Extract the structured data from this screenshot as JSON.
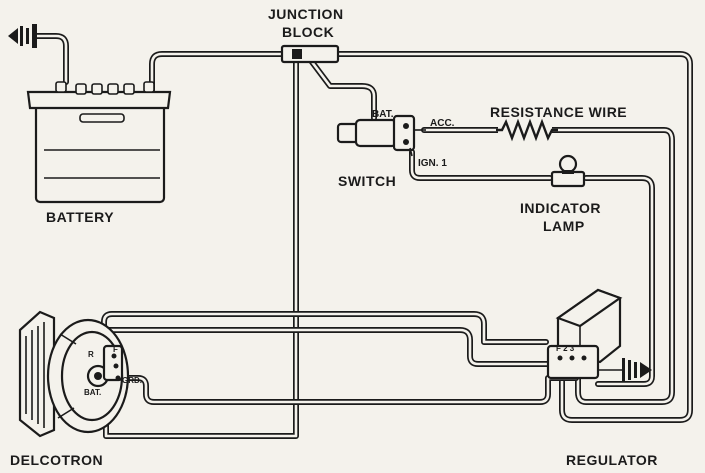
{
  "diagram": {
    "labels": {
      "junction_block_line1": "JUNCTION",
      "junction_block_line2": "BLOCK",
      "battery": "BATTERY",
      "switch": "SWITCH",
      "bat_terminal_switch": "BAT.",
      "acc_terminal": "ACC.",
      "ign_terminal": "IGN. 1",
      "resistance_wire": "RESISTANCE WIRE",
      "indicator_lamp_line1": "INDICATOR",
      "indicator_lamp_line2": "LAMP",
      "delcotron": "DELCOTRON",
      "regulator": "REGULATOR",
      "delcotron_r": "R",
      "delcotron_f": "F",
      "delcotron_bat": "BAT.",
      "delcotron_grd": "GRD.",
      "regulator_terminals": "F 2 3"
    },
    "colors": {
      "ink": "#1b1b1b",
      "paper": "#f4f2ec"
    },
    "icons": [
      "ground-icon",
      "ground-icon"
    ]
  }
}
